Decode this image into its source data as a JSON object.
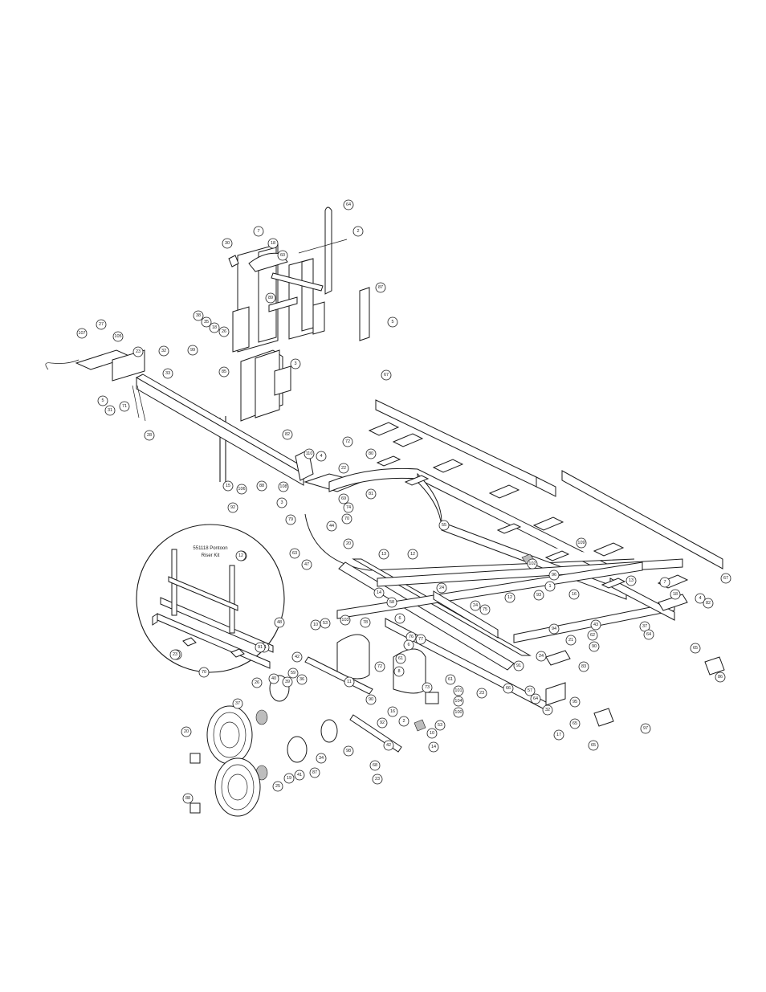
{
  "diagram": {
    "detail_title_line1": "551118 Pontoon",
    "detail_title_line2": "Riser Kit"
  },
  "callouts": [
    {
      "id": "c64",
      "label": "64"
    },
    {
      "id": "c2a",
      "label": "2"
    },
    {
      "id": "c30",
      "label": "30"
    },
    {
      "id": "c7a",
      "label": "7"
    },
    {
      "id": "c18a",
      "label": "18"
    },
    {
      "id": "c60",
      "label": "60"
    },
    {
      "id": "c87",
      "label": "87"
    },
    {
      "id": "c5a",
      "label": "5"
    },
    {
      "id": "c38",
      "label": "38"
    },
    {
      "id": "c35",
      "label": "35"
    },
    {
      "id": "c18b",
      "label": "18"
    },
    {
      "id": "c26a",
      "label": "26"
    },
    {
      "id": "c89",
      "label": "89"
    },
    {
      "id": "c99",
      "label": "99"
    },
    {
      "id": "c3a",
      "label": "3"
    },
    {
      "id": "c107",
      "label": "107"
    },
    {
      "id": "c27a",
      "label": "27"
    },
    {
      "id": "c105",
      "label": "105"
    },
    {
      "id": "c23a",
      "label": "23"
    },
    {
      "id": "c32a",
      "label": "32"
    },
    {
      "id": "c33",
      "label": "33"
    },
    {
      "id": "c5b",
      "label": "5"
    },
    {
      "id": "c31",
      "label": "31"
    },
    {
      "id": "c71",
      "label": "71"
    },
    {
      "id": "c28a",
      "label": "28"
    },
    {
      "id": "c85",
      "label": "85"
    },
    {
      "id": "c67a",
      "label": "67"
    },
    {
      "id": "c82a",
      "label": "82"
    },
    {
      "id": "c110",
      "label": "110"
    },
    {
      "id": "c72a",
      "label": "72"
    },
    {
      "id": "c4a",
      "label": "4"
    },
    {
      "id": "c80",
      "label": "80"
    },
    {
      "id": "c22",
      "label": "22"
    },
    {
      "id": "c15",
      "label": "15"
    },
    {
      "id": "c106",
      "label": "106"
    },
    {
      "id": "c88",
      "label": "88"
    },
    {
      "id": "c108",
      "label": "108"
    },
    {
      "id": "c81",
      "label": "81"
    },
    {
      "id": "c3b",
      "label": "3"
    },
    {
      "id": "c92",
      "label": "92"
    },
    {
      "id": "c69",
      "label": "69"
    },
    {
      "id": "c74",
      "label": "74"
    },
    {
      "id": "c70a",
      "label": "70"
    },
    {
      "id": "c79",
      "label": "79"
    },
    {
      "id": "c44",
      "label": "44"
    },
    {
      "id": "c20a",
      "label": "20"
    },
    {
      "id": "c55",
      "label": "55"
    },
    {
      "id": "c63",
      "label": "63"
    },
    {
      "id": "c47",
      "label": "47"
    },
    {
      "id": "c13a",
      "label": "13"
    },
    {
      "id": "c14a",
      "label": "14"
    },
    {
      "id": "c12a",
      "label": "12"
    },
    {
      "id": "c109",
      "label": "109"
    },
    {
      "id": "c102",
      "label": "102"
    },
    {
      "id": "c67b",
      "label": "67"
    },
    {
      "id": "c7b",
      "label": "7"
    },
    {
      "id": "c18c",
      "label": "18"
    },
    {
      "id": "c4b",
      "label": "4"
    },
    {
      "id": "c82b",
      "label": "82"
    },
    {
      "id": "c13b",
      "label": "13"
    },
    {
      "id": "c12b",
      "label": "12"
    },
    {
      "id": "c23b",
      "label": "23"
    },
    {
      "id": "c91a",
      "label": "91"
    },
    {
      "id": "c24a",
      "label": "24"
    },
    {
      "id": "c58",
      "label": "58"
    },
    {
      "id": "c6a",
      "label": "6"
    },
    {
      "id": "c24b",
      "label": "24"
    },
    {
      "id": "c75",
      "label": "75"
    },
    {
      "id": "c12c",
      "label": "12"
    },
    {
      "id": "c96",
      "label": "96"
    },
    {
      "id": "c1",
      "label": "1"
    },
    {
      "id": "c93",
      "label": "93"
    },
    {
      "id": "c16a",
      "label": "16"
    },
    {
      "id": "c94",
      "label": "94"
    },
    {
      "id": "c37a",
      "label": "37"
    },
    {
      "id": "c64b",
      "label": "64"
    },
    {
      "id": "c65a",
      "label": "65"
    },
    {
      "id": "c86",
      "label": "86"
    },
    {
      "id": "c48",
      "label": "48"
    },
    {
      "id": "c10a",
      "label": "10"
    },
    {
      "id": "c53a",
      "label": "53"
    },
    {
      "id": "c103",
      "label": "103"
    },
    {
      "id": "c78",
      "label": "78"
    },
    {
      "id": "c76",
      "label": "76"
    },
    {
      "id": "c77",
      "label": "77"
    },
    {
      "id": "c61a",
      "label": "61"
    },
    {
      "id": "c6b",
      "label": "6"
    },
    {
      "id": "c43",
      "label": "43"
    },
    {
      "id": "c21",
      "label": "21"
    },
    {
      "id": "c62",
      "label": "62"
    },
    {
      "id": "c90a",
      "label": "90"
    },
    {
      "id": "c24c",
      "label": "24"
    },
    {
      "id": "c91b",
      "label": "91"
    },
    {
      "id": "c83",
      "label": "83"
    },
    {
      "id": "c42a",
      "label": "42"
    },
    {
      "id": "c72b",
      "label": "72"
    },
    {
      "id": "c8",
      "label": "8"
    },
    {
      "id": "c61b",
      "label": "61"
    },
    {
      "id": "c73",
      "label": "73"
    },
    {
      "id": "c101",
      "label": "101"
    },
    {
      "id": "c104",
      "label": "104"
    },
    {
      "id": "c100",
      "label": "100"
    },
    {
      "id": "c66",
      "label": "66"
    },
    {
      "id": "c57",
      "label": "57"
    },
    {
      "id": "c64c",
      "label": "64"
    },
    {
      "id": "c32b",
      "label": "32"
    },
    {
      "id": "c23c",
      "label": "23"
    },
    {
      "id": "c17",
      "label": "17"
    },
    {
      "id": "c95",
      "label": "95"
    },
    {
      "id": "c97",
      "label": "97"
    },
    {
      "id": "c65b",
      "label": "65"
    },
    {
      "id": "c40",
      "label": "40"
    },
    {
      "id": "c39",
      "label": "39"
    },
    {
      "id": "c36",
      "label": "36"
    },
    {
      "id": "c59",
      "label": "59"
    },
    {
      "id": "c11",
      "label": "11"
    },
    {
      "id": "c90b",
      "label": "90"
    },
    {
      "id": "c92b",
      "label": "92"
    },
    {
      "id": "c16b",
      "label": "16"
    },
    {
      "id": "c2b",
      "label": "2"
    },
    {
      "id": "c53b",
      "label": "53"
    },
    {
      "id": "c10b",
      "label": "10"
    },
    {
      "id": "c14b",
      "label": "14"
    },
    {
      "id": "c42b",
      "label": "42"
    },
    {
      "id": "c68",
      "label": "68"
    },
    {
      "id": "c23d",
      "label": "23"
    },
    {
      "id": "c70b",
      "label": "70"
    },
    {
      "id": "c26b",
      "label": "26"
    },
    {
      "id": "c37b",
      "label": "37"
    },
    {
      "id": "c20b",
      "label": "20"
    },
    {
      "id": "c65c",
      "label": "65"
    },
    {
      "id": "c34",
      "label": "34"
    },
    {
      "id": "c98",
      "label": "98"
    },
    {
      "id": "c25",
      "label": "25"
    },
    {
      "id": "c19",
      "label": "19"
    },
    {
      "id": "c41",
      "label": "41"
    },
    {
      "id": "c87b",
      "label": "87"
    },
    {
      "id": "c88b",
      "label": "88"
    },
    {
      "id": "c91c",
      "label": "91"
    },
    {
      "id": "c23e",
      "label": "23"
    },
    {
      "id": "c12d",
      "label": "12"
    }
  ]
}
